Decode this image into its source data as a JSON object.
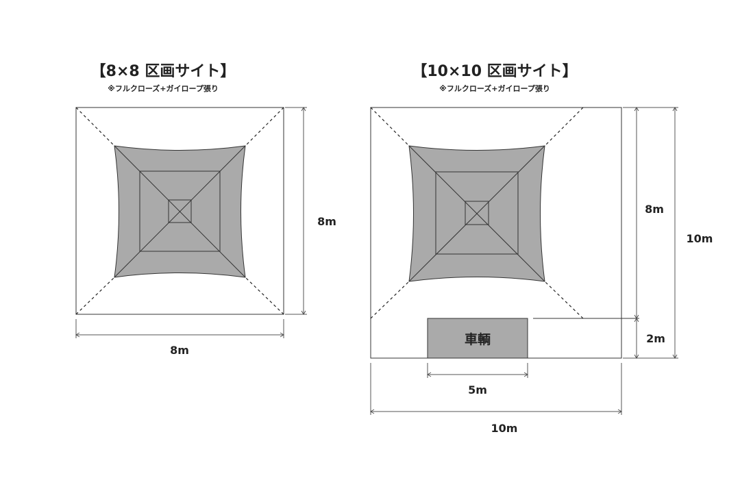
{
  "site_8": {
    "title": "【8×8 区画サイト】",
    "subtitle": "※フルクローズ+ガイロープ張り",
    "width_label": "8m",
    "depth_label": "8m"
  },
  "site_10": {
    "title": "【10×10 区画サイト】",
    "subtitle": "※フルクローズ+ガイロープ張り",
    "width_label": "10m",
    "depth_label": "10m",
    "tent_depth_label": "8m",
    "parking_depth_label": "2m",
    "vehicle_label": "車輌",
    "vehicle_width_label": "5m"
  },
  "colors": {
    "tent_fill": "#aaaaaa",
    "vehicle_fill": "#aaaaaa",
    "line": "#333333"
  }
}
